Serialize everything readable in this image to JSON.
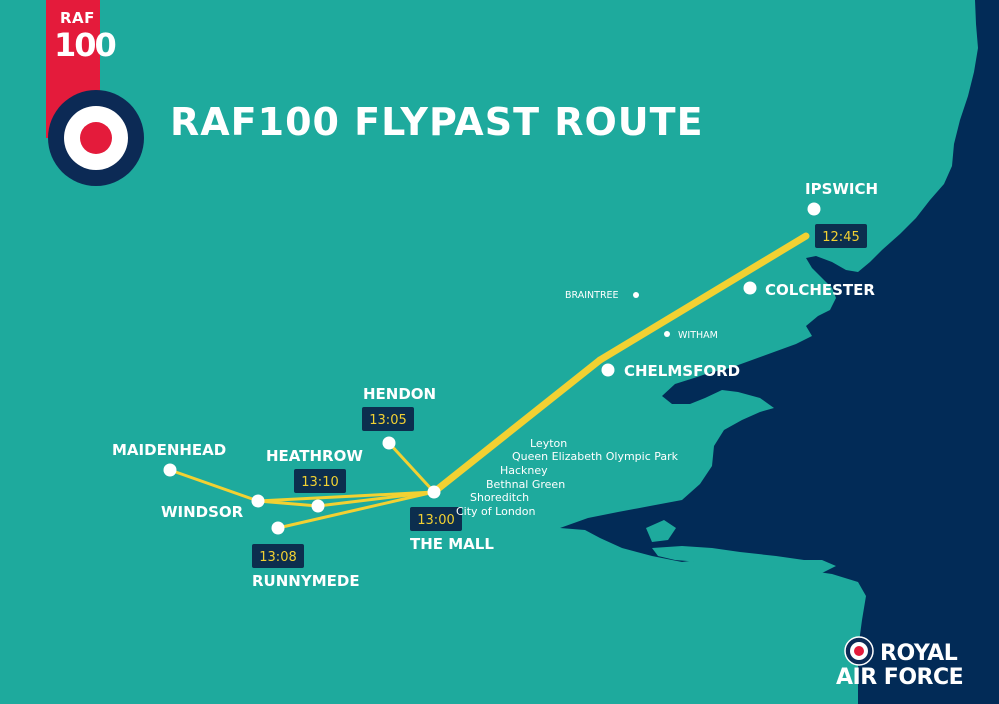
{
  "title": "RAF100 FLYPAST ROUTE",
  "badge": {
    "line1": "RAF",
    "line2": "100"
  },
  "logo": {
    "line1": "ROYAL",
    "line2": "AIR FORCE"
  },
  "colors": {
    "sea": "#022b57",
    "land": "#1eaa9d",
    "route": "#f2d132",
    "time_box": "#0c2e4e",
    "time_text": "#f2d132",
    "roundel_red": "#e41b3b",
    "roundel_blue": "#0c2a55"
  },
  "places": {
    "ipswich": "IPSWICH",
    "colchester": "COLCHESTER",
    "braintree": "BRAINTREE",
    "witham": "WITHAM",
    "chelmsford": "CHELMSFORD",
    "hendon": "HENDON",
    "maidenhead": "MAIDENHEAD",
    "heathrow": "HEATHROW",
    "windsor": "WINDSOR",
    "the_mall": "THE MALL",
    "runnymede": "RUNNYMEDE"
  },
  "times": {
    "ipswich": "12:45",
    "hendon": "13:05",
    "heathrow": "13:10",
    "the_mall": "13:00",
    "runnymede": "13:08"
  },
  "london_areas": [
    "Leyton",
    "Queen Elizabeth Olympic Park",
    "Hackney",
    "Bethnal Green",
    "Shoreditch",
    "City of London"
  ]
}
